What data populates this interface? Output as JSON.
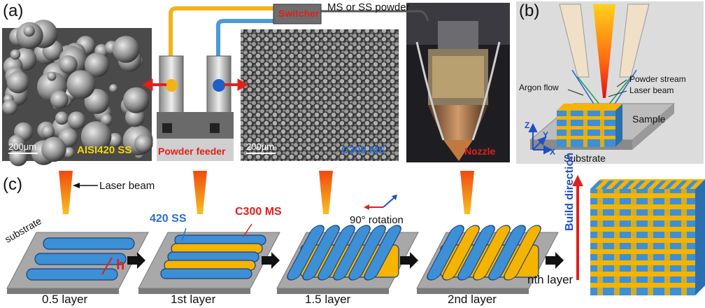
{
  "panel_a": {
    "label": "(a)",
    "switcher": "Switcher",
    "powder_choice": "MS or SS powder",
    "scale_left": "200μm",
    "powder_left": "AISI420 SS",
    "feeder": "Powder feeder",
    "scale_right": "200μm",
    "powder_right": "C300 MS",
    "nozzle": "Nozzle"
  },
  "panel_b": {
    "label": "(b)",
    "powder_stream": "Powder stream",
    "argon_flow": "Argon flow",
    "laser_beam": "Laser beam",
    "sample": "Sample",
    "substrate": "Substrate",
    "axis_z": "Z",
    "axis_y": "Y",
    "axis_x": "X"
  },
  "panel_c": {
    "label": "(c)",
    "laser_beam": "Laser beam",
    "substrate": "substrate",
    "hatch": "h",
    "ss_label": "420 SS",
    "ms_label": "C300 MS",
    "rotation": "90° rotation",
    "build_direction": "Build direction",
    "steps": [
      "0.5 layer",
      "1st layer",
      "1.5 layer",
      "2nd layer",
      "nth layer"
    ]
  },
  "colors": {
    "ss_blue": "#3d8fd6",
    "ms_yellow": "#f4b400",
    "accent_red": "#e0201c",
    "label_yellow": "#f5d60f",
    "label_blue": "#2a6fd1",
    "plate_gray": "#a8a8a8"
  }
}
